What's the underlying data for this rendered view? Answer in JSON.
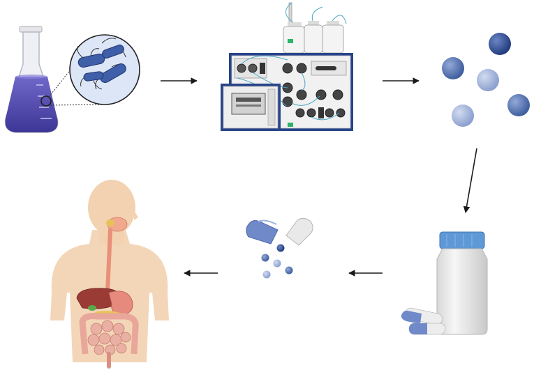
{
  "diagram": {
    "type": "process-flow",
    "steps": [
      {
        "id": "culture",
        "icon": "bacteria-culture-flask-icon"
      },
      {
        "id": "purification",
        "icon": "chromatography-system-icon"
      },
      {
        "id": "compounds",
        "icon": "purified-spheres-icon"
      },
      {
        "id": "formulation",
        "icon": "pill-bottle-capsules-icon"
      },
      {
        "id": "capsule",
        "icon": "open-capsule-icon"
      },
      {
        "id": "human",
        "icon": "human-digestive-system-icon"
      }
    ],
    "flow": [
      [
        "culture",
        "purification"
      ],
      [
        "purification",
        "compounds"
      ],
      [
        "compounds",
        "formulation"
      ],
      [
        "formulation",
        "capsule"
      ],
      [
        "capsule",
        "human"
      ]
    ]
  },
  "colors": {
    "arrow": "#1a1a1a",
    "liquid": "#5b55b8",
    "bacteria": "#3f5fa8",
    "sphere_dark": "#2f4f95",
    "sphere_light": "#9fb2d8",
    "capsule_blue": "#6f89c9",
    "cap_blue": "#5f98d6",
    "skin": "#f2d2b0",
    "instrument_navy": "#28448a"
  }
}
